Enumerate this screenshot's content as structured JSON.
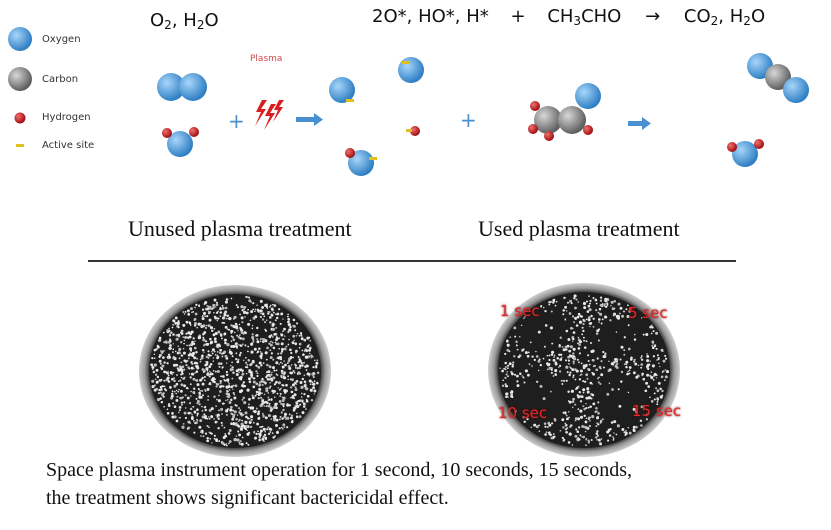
{
  "legend": {
    "items": [
      {
        "label": "Oxygen",
        "icon": "oxygen-atom"
      },
      {
        "label": "Carbon",
        "icon": "carbon-atom"
      },
      {
        "label": "Hydrogen",
        "icon": "hydrogen-atom"
      },
      {
        "label": "Active site",
        "icon": "active-site"
      }
    ]
  },
  "reactants": {
    "o2": "O",
    "o2_sub": "2",
    "sep": ", ",
    "h": "H",
    "h_sub": "2",
    "o": "O"
  },
  "plasma_label": "Plasma",
  "products_line": {
    "part1": "2O*, HO*, H*",
    "plus": "+",
    "ch3": "CH",
    "ch3_sub": "3",
    "cho": "CHO",
    "arrow": "→",
    "co": "CO",
    "co_sub": "2",
    "sep": ", ",
    "h": "H",
    "h_sub": "2",
    "o": "O"
  },
  "titles": {
    "unused": "Unused plasma treatment",
    "used": "Used plasma treatment"
  },
  "time_labels": {
    "t1": "1 sec",
    "t5": "5 sec",
    "t10": "10 sec",
    "t15": "15 sec"
  },
  "caption": {
    "line1": "Space plasma instrument operation for 1 second, 10 seconds, 15 seconds,",
    "line2": "the treatment shows significant bactericidal effect."
  },
  "colors": {
    "oxygen": "#4a9ad8",
    "carbon": "#8a8a8a",
    "hydrogen": "#c81e1e",
    "active": "#e0c020",
    "arrow": "#4a8fd0",
    "time_label": "#e02a2a"
  }
}
